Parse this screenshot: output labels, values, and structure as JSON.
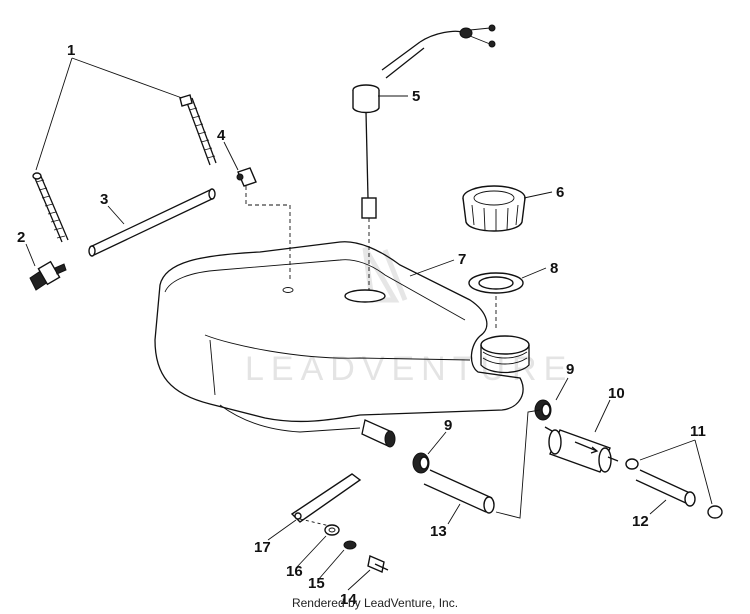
{
  "watermark": "LEADVENTURE",
  "credit": "Rendered by LeadVenture, Inc.",
  "callouts": [
    "1",
    "2",
    "3",
    "4",
    "5",
    "6",
    "7",
    "8",
    "9",
    "9",
    "10",
    "11",
    "12",
    "13",
    "14",
    "15",
    "16",
    "17"
  ]
}
